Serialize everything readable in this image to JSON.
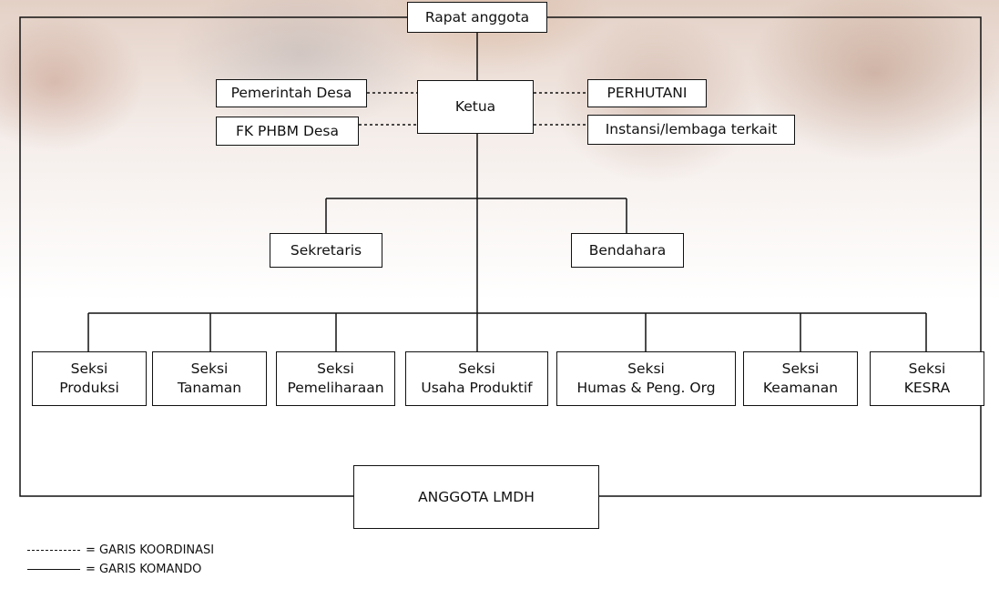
{
  "chart": {
    "top": "Rapat anggota",
    "ketua": "Ketua",
    "left_coordination": [
      "Pemerintah Desa",
      "FK PHBM Desa"
    ],
    "right_coordination": [
      "PERHUTANI",
      "Instansi/lembaga terkait"
    ],
    "sekretaris": "Sekretaris",
    "bendahara": "Bendahara",
    "sections": [
      [
        "Seksi",
        "Produksi"
      ],
      [
        "Seksi",
        "Tanaman"
      ],
      [
        "Seksi",
        "Pemeliharaan"
      ],
      [
        "Seksi",
        "Usaha Produktif"
      ],
      [
        "Seksi",
        "Humas & Peng. Org"
      ],
      [
        "Seksi",
        "Keamanan"
      ],
      [
        "Seksi",
        "KESRA"
      ]
    ],
    "bottom": "ANGGOTA LMDH"
  },
  "legend": {
    "coordination": "= GARIS KOORDINASI",
    "command": "= GARIS KOMANDO"
  }
}
